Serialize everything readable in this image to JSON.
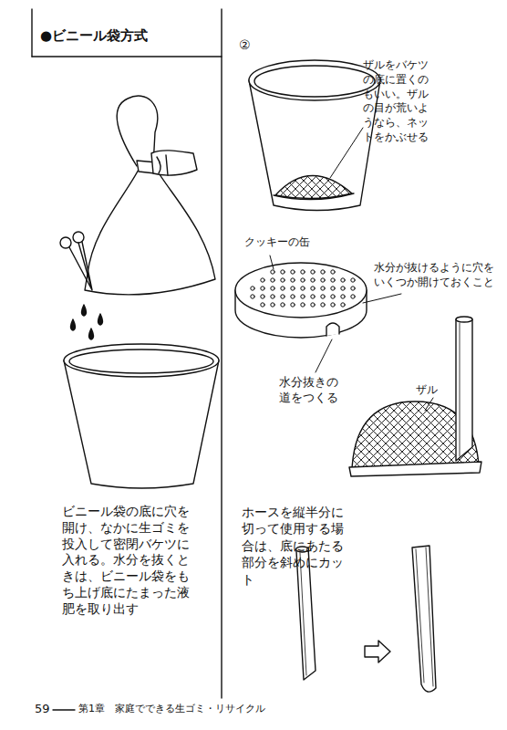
{
  "diagram": {
    "title": "●ビニール袋方式",
    "labels": [
      "②",
      "ザルをバケツの底に置くのもいい。ザルの目が荒いようなら、ネットをかぶせる",
      "クッキーの缶",
      "水分が抜けるように穴をいくつか開けておくこと",
      "水分抜きの道をつくる",
      "ザル",
      "ビニール袋の底に穴を開け、なかに生ゴミを投入して密閉バケツに入れる。水分を抜くときは、ビニール袋をもち上げ底にたまった液肥を取り出す",
      "ホースを縦半分に切って使用する場合は、底にあたる部分を斜めにカット",
      "59",
      "第1章　家庭でできる生ゴミ・リサイクル"
    ]
  }
}
